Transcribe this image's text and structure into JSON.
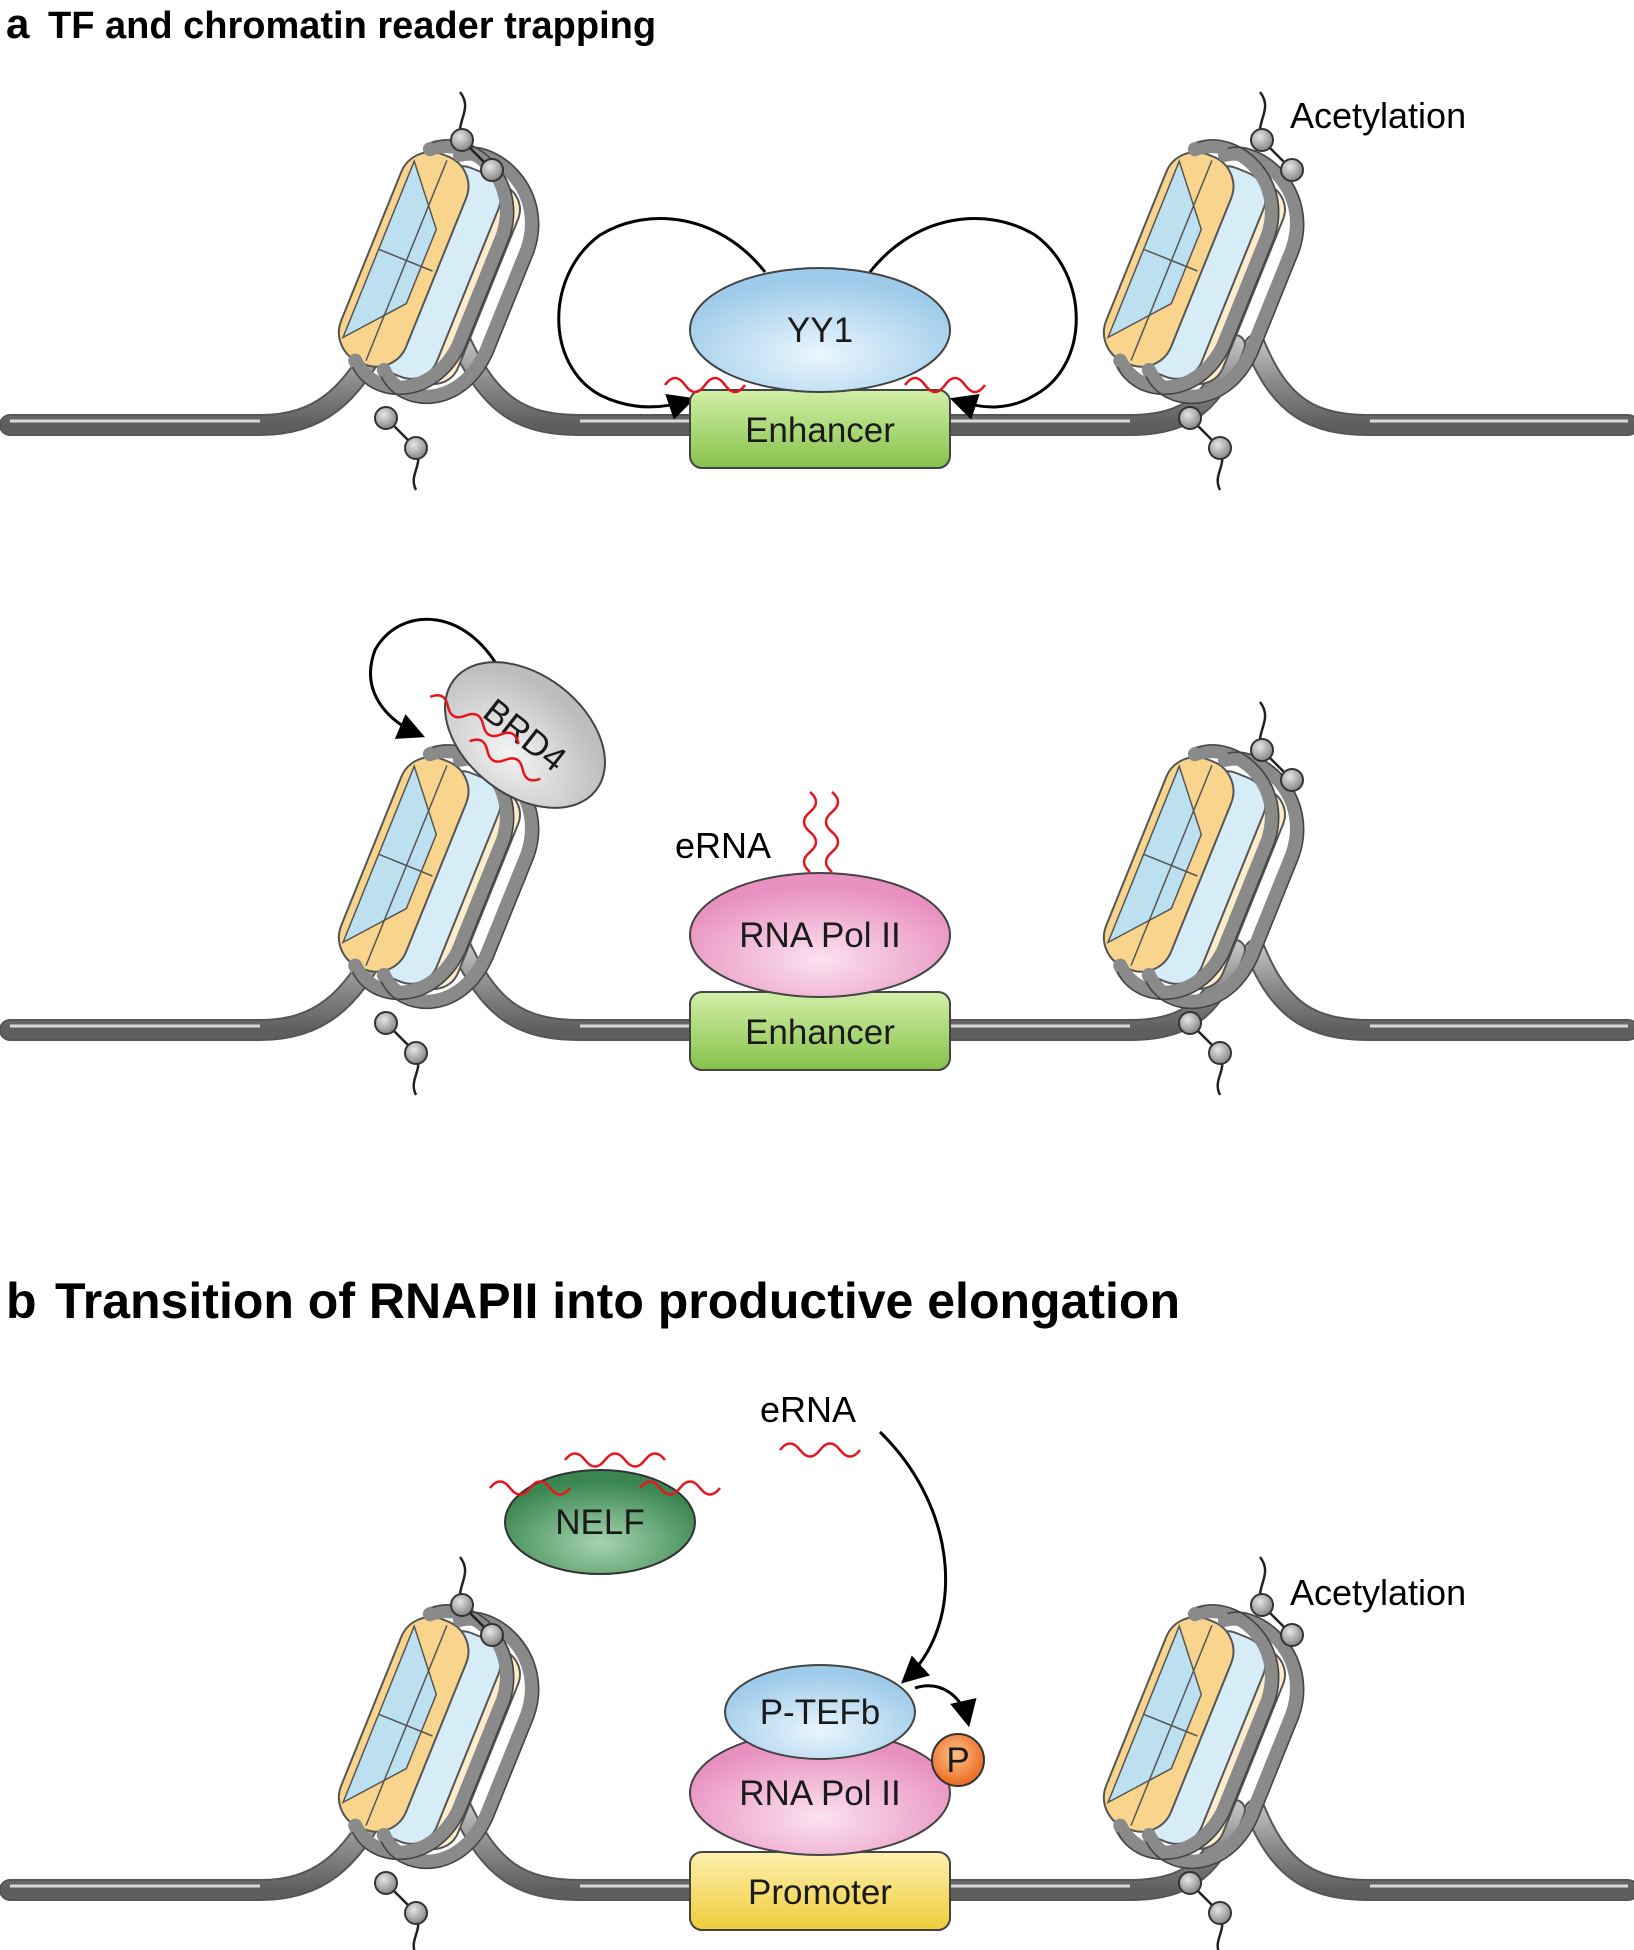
{
  "panel_a": {
    "letter": "a",
    "title": "TF and chromatin reader trapping",
    "row1": {
      "protein": "YY1",
      "element": "Enhancer",
      "modification_label": "Acetylation"
    },
    "row2": {
      "reader": "BRD4",
      "rna_label": "eRNA",
      "polymerase": "RNA Pol II",
      "element": "Enhancer"
    }
  },
  "panel_b": {
    "letter": "b",
    "title": "Transition of RNAPII into productive elongation",
    "nelf": "NELF",
    "rna_label": "eRNA",
    "ptefb": "P-TEFb",
    "phospho": "P",
    "polymerase": "RNA Pol II",
    "element": "Promoter",
    "modification_label": "Acetylation"
  },
  "colors": {
    "dna": "#8a8a8a",
    "enhancer": "#8cc850",
    "promoter": "#f4d23c",
    "yy1": "#a8d0ec",
    "pol2": "#ec9cc8",
    "brd4": "#c8c8c8",
    "nelf": "#3e8a52",
    "ptefb": "#a8d0ec",
    "phospho": "#f0782a",
    "rna": "#e8141e",
    "histone_yellow": "#f8d48c",
    "histone_blue": "#bde0f0"
  }
}
